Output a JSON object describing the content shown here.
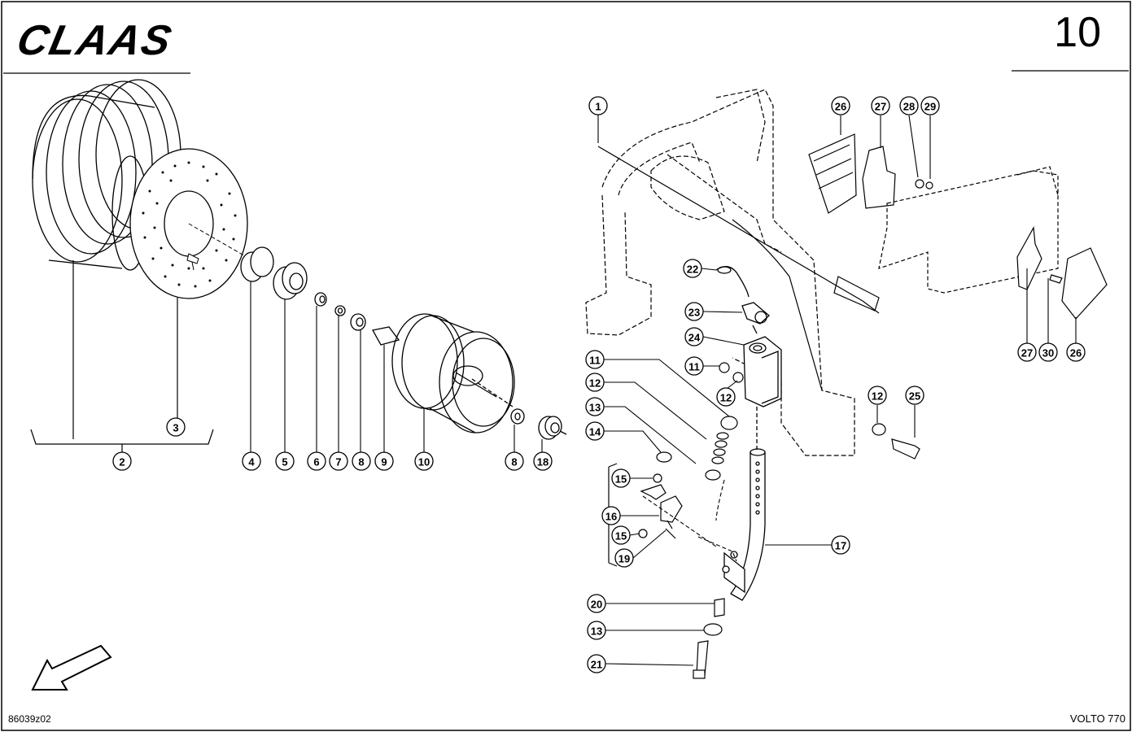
{
  "header": {
    "brand": "CLAAS",
    "page_number": "10"
  },
  "footer": {
    "drawing_code": "86039z02",
    "model": "VOLTO 770"
  },
  "callouts": {
    "c1": "1",
    "c2": "2",
    "c3": "3",
    "c4": "4",
    "c5": "5",
    "c6": "6",
    "c7": "7",
    "c8a": "8",
    "c8b": "8",
    "c9": "9",
    "c10": "10",
    "c11a": "11",
    "c11b": "11",
    "c12a": "12",
    "c12b": "12",
    "c12c": "12",
    "c13a": "13",
    "c13b": "13",
    "c14": "14",
    "c15a": "15",
    "c15b": "15",
    "c16": "16",
    "c17": "17",
    "c18": "18",
    "c19": "19",
    "c20": "20",
    "c21": "21",
    "c22": "22",
    "c23": "23",
    "c24": "24",
    "c25": "25",
    "c26a": "26",
    "c26b": "26",
    "c27a": "27",
    "c27b": "27",
    "c28": "28",
    "c29": "29",
    "c30": "30"
  }
}
